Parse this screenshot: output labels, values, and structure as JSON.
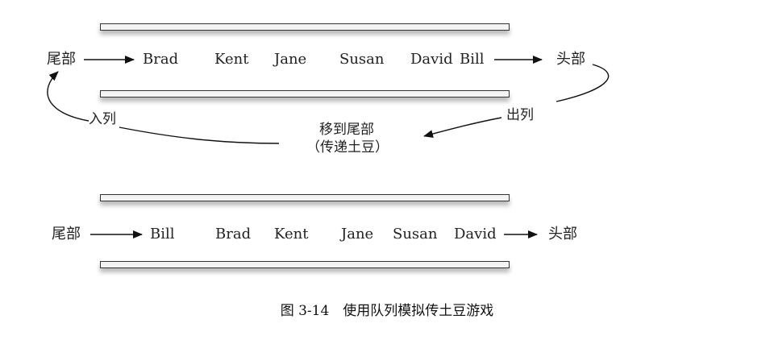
{
  "top_queue": {
    "tail_label": "尾部",
    "head_label": "头部",
    "items": [
      "Brad",
      "Kent",
      "Jane",
      "Susan",
      "David",
      "Bill"
    ]
  },
  "annotations": {
    "enqueue": "入列",
    "dequeue": "出列",
    "move_line1": "移到尾部",
    "move_line2": "（传递土豆）"
  },
  "bottom_queue": {
    "tail_label": "尾部",
    "head_label": "头部",
    "items": [
      "Bill",
      "Brad",
      "Kent",
      "Jane",
      "Susan",
      "David"
    ]
  },
  "caption": "图 3-14　使用队列模拟传土豆游戏"
}
